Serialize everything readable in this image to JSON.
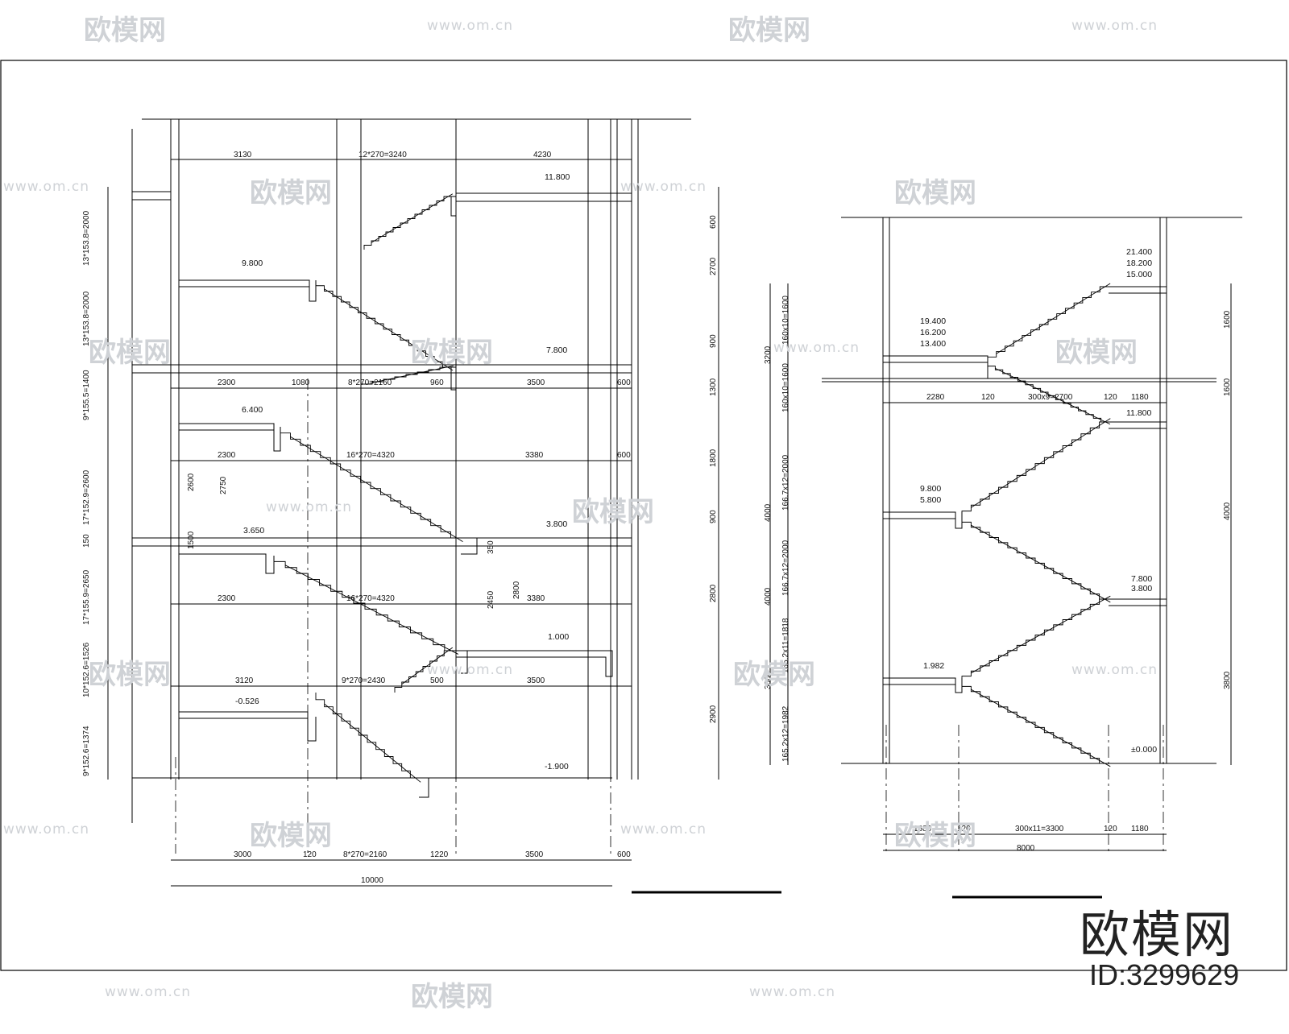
{
  "watermark": {
    "logo_text": "欧模网",
    "url_text": "www.om.cn"
  },
  "brand": {
    "name": "欧模网",
    "id_label": "ID:3299629"
  },
  "left_section": {
    "levels": [
      "11.800",
      "9.800",
      "7.800",
      "6.400",
      "3.650",
      "3.800",
      "1.000",
      "-0.526",
      "-1.900"
    ],
    "top_dims": [
      "3130",
      "12*270=3240",
      "4230"
    ],
    "row_dims_1": [
      "2300",
      "1080",
      "8*270=2160",
      "960",
      "3500",
      "600"
    ],
    "row_dims_2": [
      "2300",
      "16*270=4320",
      "3380",
      "600"
    ],
    "row_dims_3": [
      "2300",
      "16*270=4320",
      "3380"
    ],
    "row_dims_4": [
      "3120",
      "9*270=2430",
      "500",
      "3500"
    ],
    "bottom_dims": [
      "3000",
      "120",
      "8*270=2160",
      "1220",
      "3500",
      "600"
    ],
    "bottom_total": "10000",
    "left_vertical": [
      "13*153.8=2000",
      "13*153.8=2000",
      "9*155.5=1400",
      "17*152.9=2600",
      "150",
      "17*155.9=2650",
      "10*152.6=1526",
      "9*152.6=1374"
    ],
    "right_vertical": [
      "600",
      "2700",
      "900",
      "1300",
      "1800",
      "900",
      "2800",
      "2900"
    ],
    "inner_vertical": [
      "2600",
      "2750",
      "1500",
      "350",
      "2450",
      "2800"
    ]
  },
  "right_section": {
    "levels_top": [
      "21.400",
      "18.200",
      "15.000"
    ],
    "levels_mid": [
      "19.400",
      "16.200",
      "13.400"
    ],
    "level_1180": "11.800",
    "levels_98": [
      "9.800",
      "5.800"
    ],
    "levels_78": [
      "7.800",
      "3.800"
    ],
    "level_1982": "1.982",
    "level_zero": "±0.000",
    "mid_dims": [
      "2280",
      "120",
      "300x9=2700",
      "120",
      "1180"
    ],
    "bottom_dims": [
      "1680",
      "120",
      "300x11=3300",
      "120",
      "1180"
    ],
    "bottom_total": "8000",
    "left_vertical": [
      "160x10=1600",
      "160x10=1600",
      "166.7x12=2000",
      "166.7x12=2000",
      "165.2x11=1818",
      "165.2x12=1982"
    ],
    "left_outer": [
      "3200",
      "4000",
      "4000",
      "3800"
    ],
    "right_vertical": [
      "1600",
      "1600",
      "4000",
      "3800"
    ]
  }
}
